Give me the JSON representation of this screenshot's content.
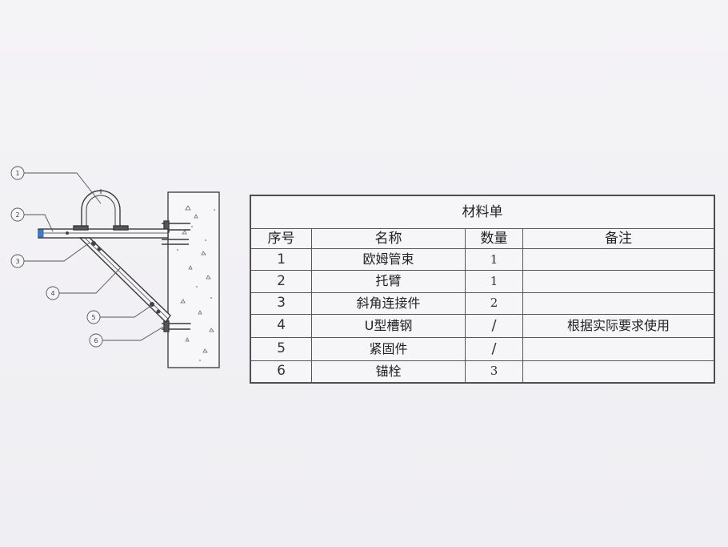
{
  "callouts": [
    "1",
    "2",
    "3",
    "4",
    "5",
    "6"
  ],
  "bom": {
    "title": "材料单",
    "headers": {
      "seq": "序号",
      "name": "名称",
      "qty": "数量",
      "remark": "备注"
    },
    "rows": [
      {
        "seq": "1",
        "name": "欧姆管束",
        "qty": "1"
      },
      {
        "seq": "2",
        "name": "托臂",
        "qty": "1"
      },
      {
        "seq": "3",
        "name": "斜角连接件",
        "qty": "2"
      },
      {
        "seq": "4",
        "name": "U型槽钢",
        "qty": "/"
      },
      {
        "seq": "5",
        "name": "紧固件",
        "qty": "/"
      },
      {
        "seq": "6",
        "name": "锚栓",
        "qty": "3"
      }
    ],
    "remark": "根据实际要求使用"
  },
  "colors": {
    "line": "#3a3a3a",
    "pipe": "#3b7fd6",
    "paper": "#f2f1f4"
  }
}
